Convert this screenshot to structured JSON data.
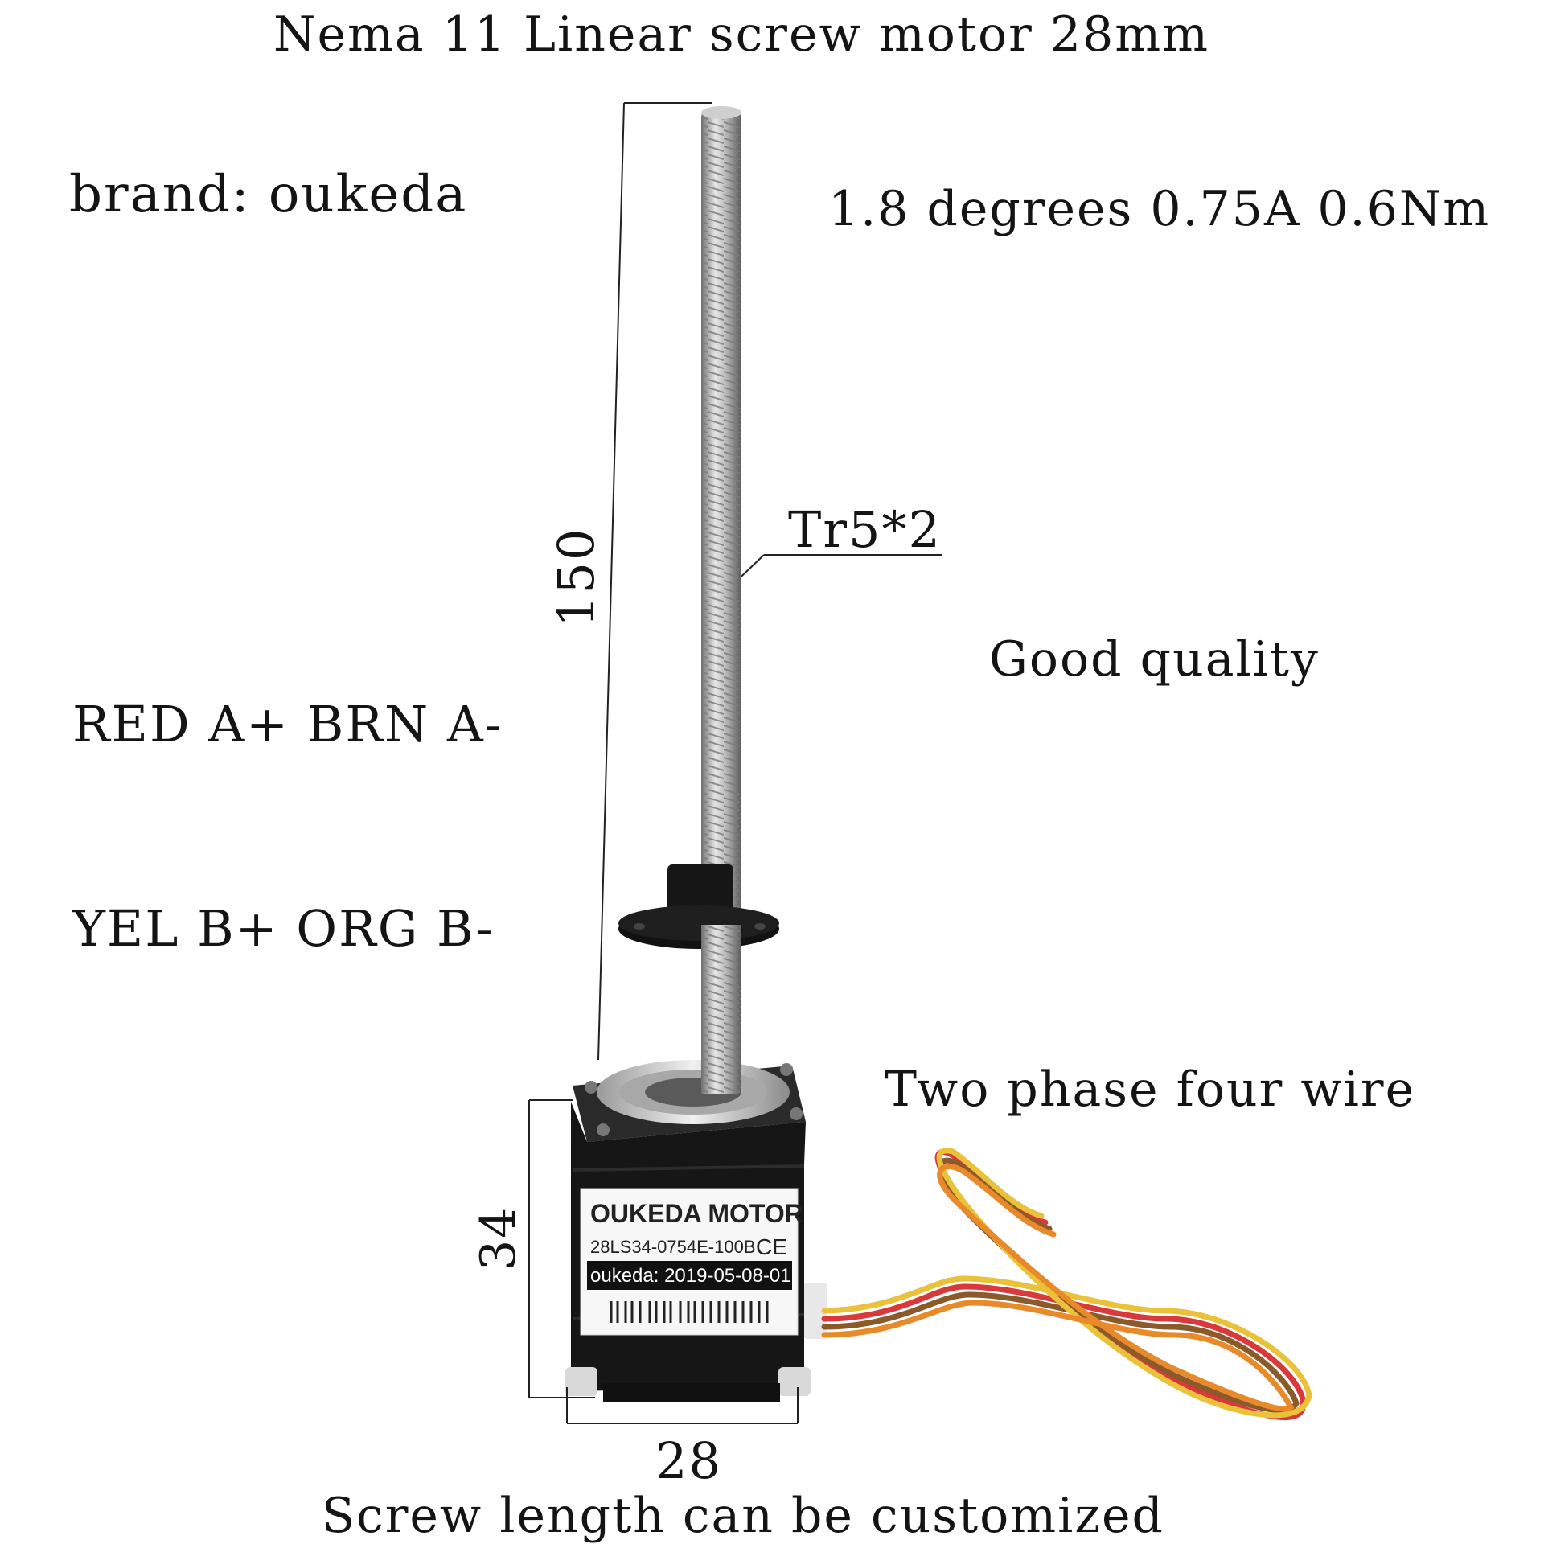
{
  "title": "Nema 11 Linear screw motor 28mm",
  "brand_line": "brand: oukeda",
  "specs_line": "1.8 degrees 0.75A 0.6Nm",
  "quality_line": "Good quality",
  "phase_line": "Two phase four wire",
  "wiring": {
    "line1": "RED A+  BRN A-",
    "line2": "YEL B+  ORG B-"
  },
  "footer_line": "Screw length can be customized",
  "dimensions": {
    "screw_length": "150",
    "thread": "Tr5*2",
    "body_height": "34",
    "body_width": "28"
  },
  "motor_label": {
    "brand": "OUKEDA MOTOR",
    "model": "28LS34-0754E-100B",
    "ce_mark": "CE",
    "date": "oukeda: 2019-05-08-01"
  },
  "colors": {
    "motor_body": "#151515",
    "screw": "#b8b8b8",
    "wire_red": "#d9393a",
    "wire_brown": "#8a5a2b",
    "wire_yellow": "#e9c23a",
    "wire_orange": "#e88a2a"
  }
}
